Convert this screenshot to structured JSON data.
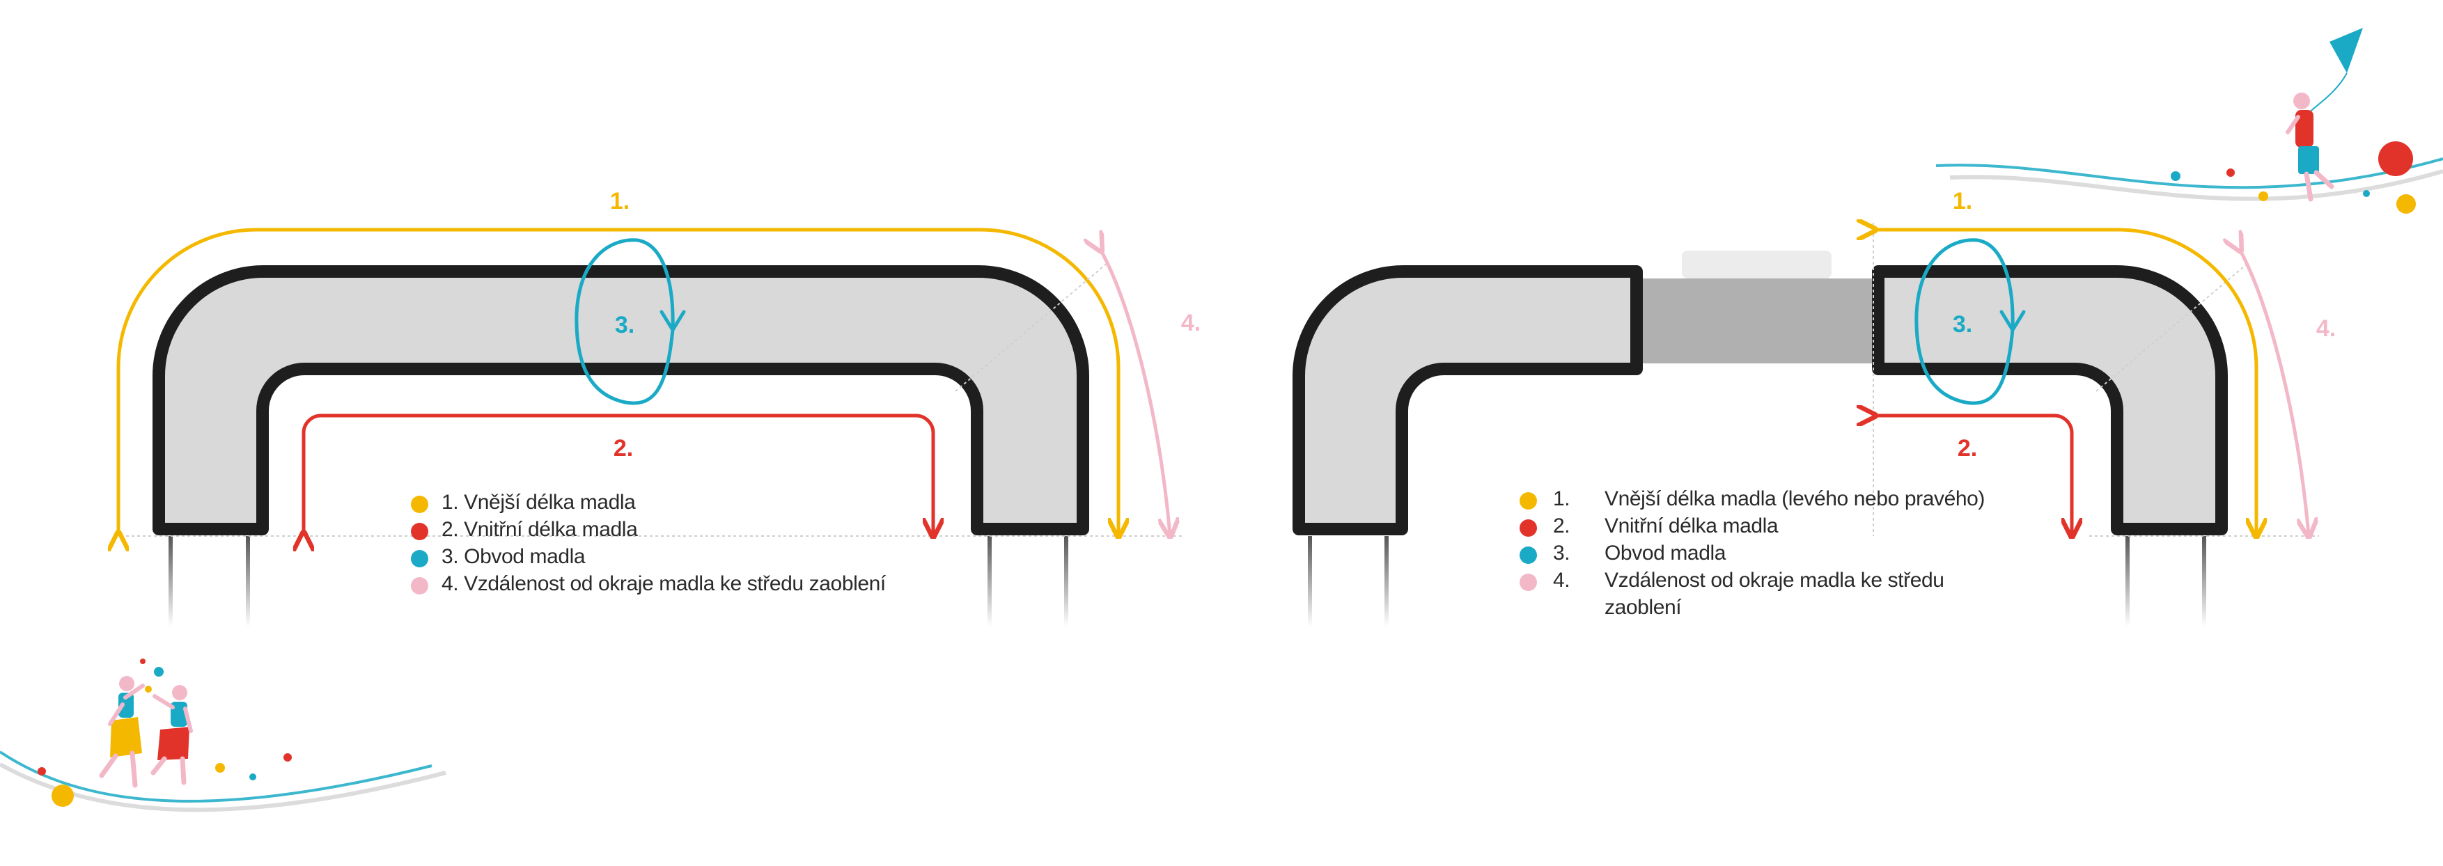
{
  "colors": {
    "outer": "#f5b800",
    "inner": "#e2332a",
    "circumference": "#1aaac6",
    "distance": "#f3b8c8",
    "handle_fill": "#d9d9d9",
    "handle_stroke": "#1e1e1e",
    "bar_mid": "#b0b0b0",
    "bar_top": "#ececec"
  },
  "left_diagram": {
    "labels": {
      "outer": "1.",
      "inner": "2.",
      "circumference": "3.",
      "distance": "4."
    },
    "legend": [
      {
        "text": "1. Vnější délka madla",
        "color_key": "outer"
      },
      {
        "text": "2. Vnitřní délka madla",
        "color_key": "inner"
      },
      {
        "text": "3. Obvod madla",
        "color_key": "circumference"
      },
      {
        "text": "4. Vzdálenost od okraje madla ke středu zaoblení",
        "color_key": "distance"
      }
    ]
  },
  "right_diagram": {
    "labels": {
      "outer": "1.",
      "inner": "2.",
      "circumference": "3.",
      "distance": "4."
    },
    "legend": [
      {
        "num": "1.",
        "text": "Vnější délka madla (levého nebo pravého)",
        "color_key": "outer"
      },
      {
        "num": "2.",
        "text": "Vnitřní délka madla",
        "color_key": "inner"
      },
      {
        "num": "3.",
        "text": "Obvod madla",
        "color_key": "circumference"
      },
      {
        "num": "4.",
        "text": "Vzdálenost od okraje madla ke středu",
        "text2": "zaoblení",
        "color_key": "distance"
      }
    ]
  },
  "decorations": {
    "kids_playing_icon": "children-playing-illustration",
    "kite_icon": "child-with-kite-illustration"
  }
}
